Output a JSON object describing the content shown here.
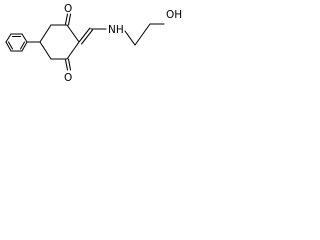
{
  "molecule": {
    "atom_labels": {
      "oxygen_top": "O",
      "oxygen_bottom": "O",
      "nitrogen": "NH",
      "hydroxyl": "OH"
    }
  }
}
